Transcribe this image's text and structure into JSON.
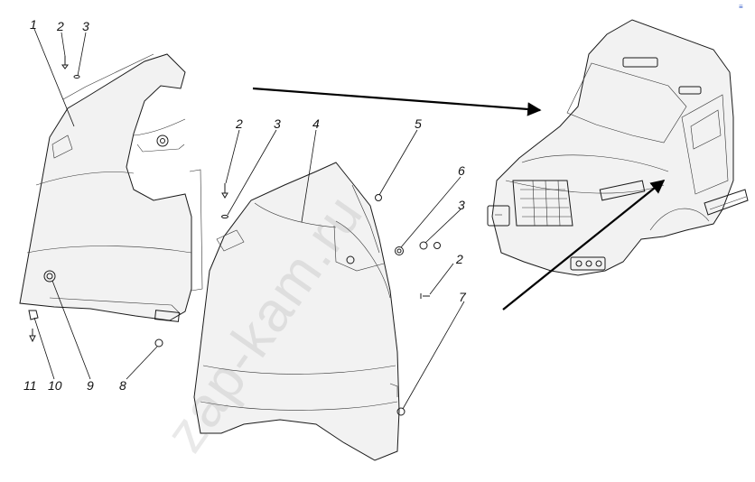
{
  "diagram": {
    "type": "exploded-parts-diagram",
    "subject": "Truck front fender assembly",
    "callouts": [
      {
        "id": "c1",
        "text": "1"
      },
      {
        "id": "c2a",
        "text": "2"
      },
      {
        "id": "c3a",
        "text": "3"
      },
      {
        "id": "c2b",
        "text": "2"
      },
      {
        "id": "c3b",
        "text": "3"
      },
      {
        "id": "c4",
        "text": "4"
      },
      {
        "id": "c5",
        "text": "5"
      },
      {
        "id": "c6",
        "text": "6"
      },
      {
        "id": "c3c",
        "text": "3"
      },
      {
        "id": "c2c",
        "text": "2"
      },
      {
        "id": "c7",
        "text": "7"
      },
      {
        "id": "c8",
        "text": "8"
      },
      {
        "id": "c9",
        "text": "9"
      },
      {
        "id": "c10",
        "text": "10"
      },
      {
        "id": "c11",
        "text": "11"
      }
    ],
    "watermark": "zap-kam.ru",
    "corner_mark": "≡"
  }
}
